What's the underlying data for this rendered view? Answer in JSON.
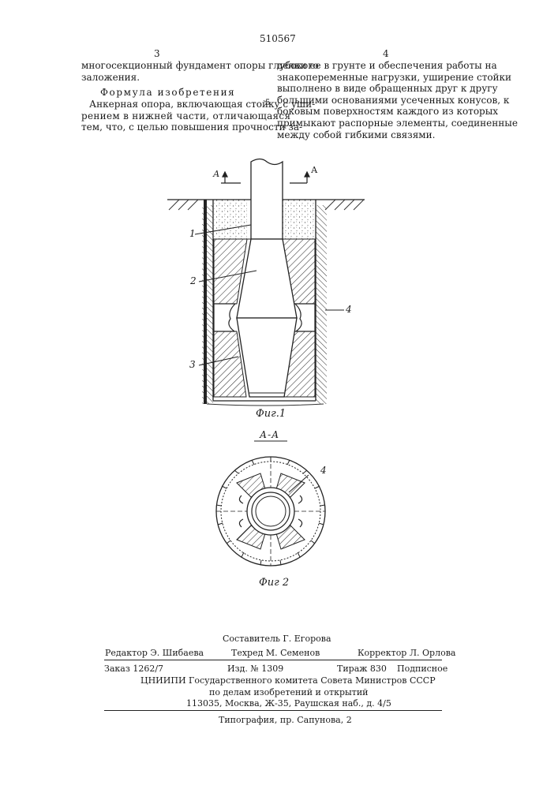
{
  "header": {
    "patent_number": "510567",
    "col_left_number": "3",
    "col_right_number": "4",
    "margin_line_number": "5"
  },
  "left_column": {
    "lines": [
      "многосекционный фундамент опоры глубокого",
      "заложения."
    ],
    "section_title": "Формула изобретения",
    "claim_lines": [
      "Анкерная опора, включающая стойку с уши-",
      "рением в нижней части, отличающаяся",
      "тем, что, с целью повышения прочности за-"
    ]
  },
  "right_column": {
    "lines": [
      "делки ее в грунте и обеспечения работы  на",
      "знакопеременные нагрузки, уширение стойки",
      "выполнено в виде обращенных друг к другу",
      "большими основаниями усеченных конусов, к",
      "боковым поверхностям  каждого из которых",
      "примыкают распорные элементы, соединенные",
      "между собой гибкими связями."
    ]
  },
  "figure1": {
    "section_mark_left": "А",
    "section_mark_right": "А",
    "labels": [
      "1",
      "2",
      "3",
      "4"
    ],
    "caption": "Фиг.1"
  },
  "figure2": {
    "section_title": "А-А",
    "label": "4",
    "caption": "Фиг 2"
  },
  "imprint": {
    "compiler": "Составитель Г. Егорова",
    "editor": "Редактор  Э.  Шибаева",
    "tech_editor": "Техред  М.  Семенов",
    "proofreader": "Корректор  Л.  Орлова",
    "order": "Заказ  1262/7",
    "edition": "Изд.  №  1309",
    "print_run": "Тираж  830",
    "subscription": "Подписное",
    "organization": "ЦНИИПИ  Государственного  комитета  Совета  Министров  СССР",
    "organization_sub": "по делам изобретений и открытий",
    "address": "113035, Москва, Ж-35, Раушская наб., д. 4/5",
    "printer": "Типография, пр. Сапунова, 2"
  }
}
